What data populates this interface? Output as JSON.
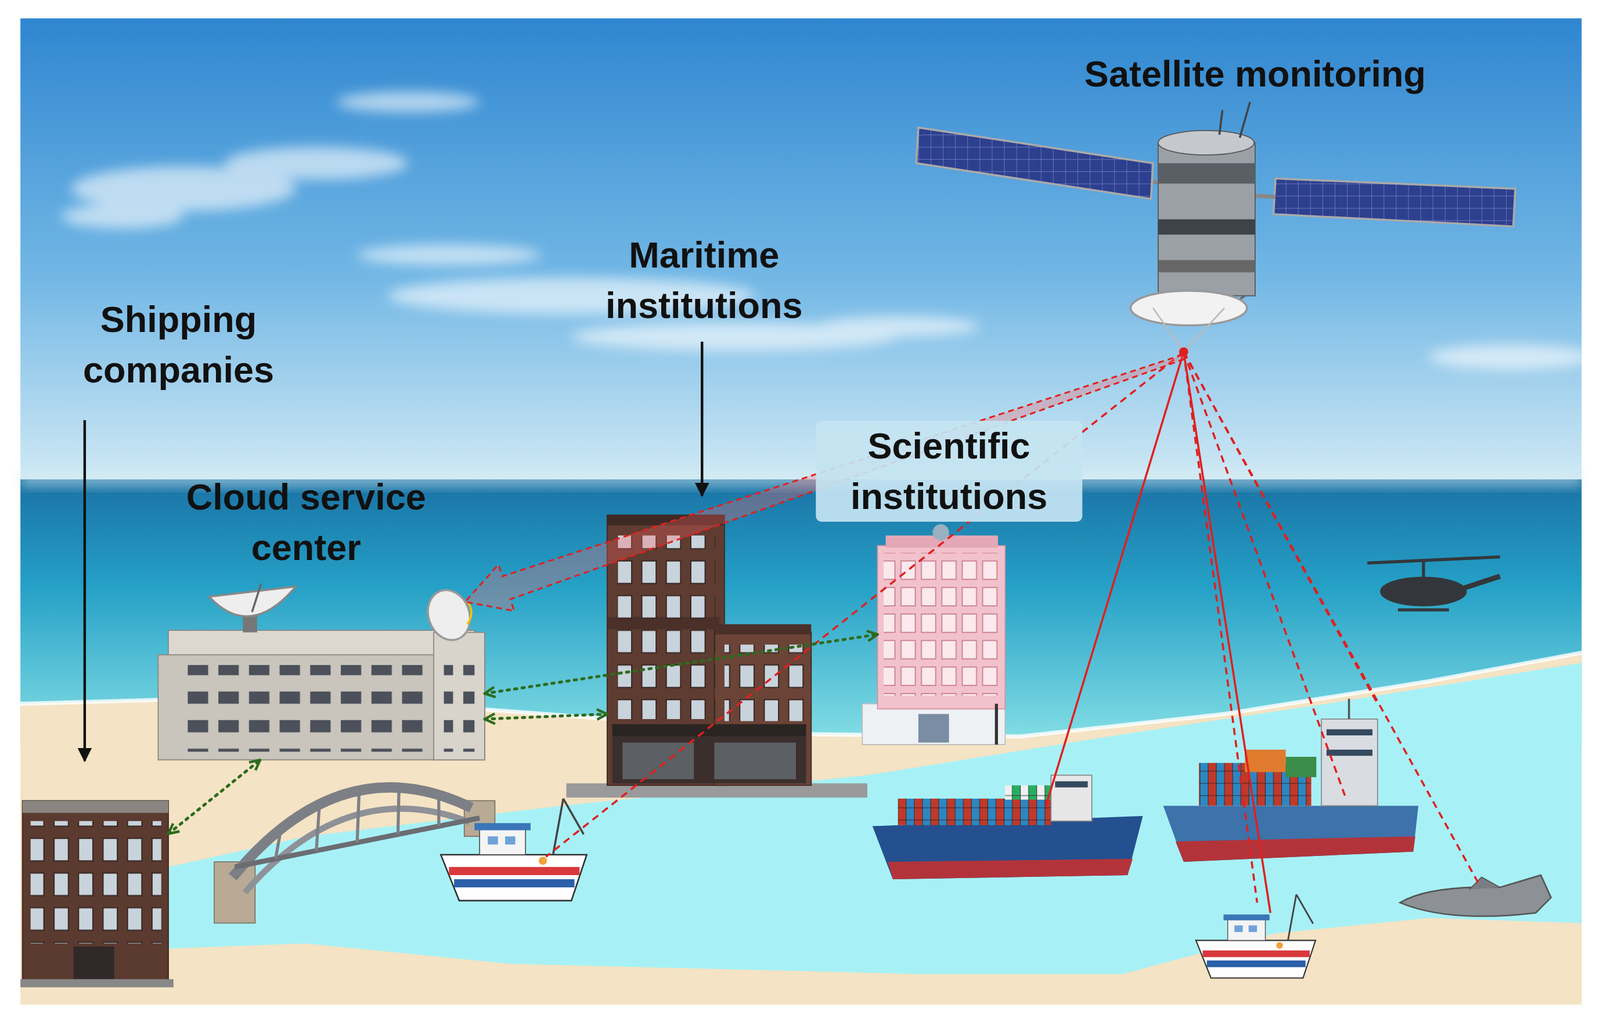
{
  "diagram": {
    "nodes": [
      {
        "text": [
          "Satellite monitoring"
        ]
      },
      {
        "text": [
          "Maritime institutions"
        ]
      },
      {
        "text": [
          "Shipping companies"
        ]
      },
      {
        "text": [
          "Scientific institutions"
        ]
      },
      {
        "text": [
          "Cloud service center"
        ]
      }
    ],
    "edges": [
      {
        "from": 0,
        "to": 4,
        "arrow": "to"
      },
      {
        "from": 4,
        "to": 1,
        "arrow": "both"
      },
      {
        "from": 4,
        "to": 3,
        "arrow": "both"
      },
      {
        "from": 2,
        "to": 4,
        "arrow": "both"
      }
    ]
  }
}
